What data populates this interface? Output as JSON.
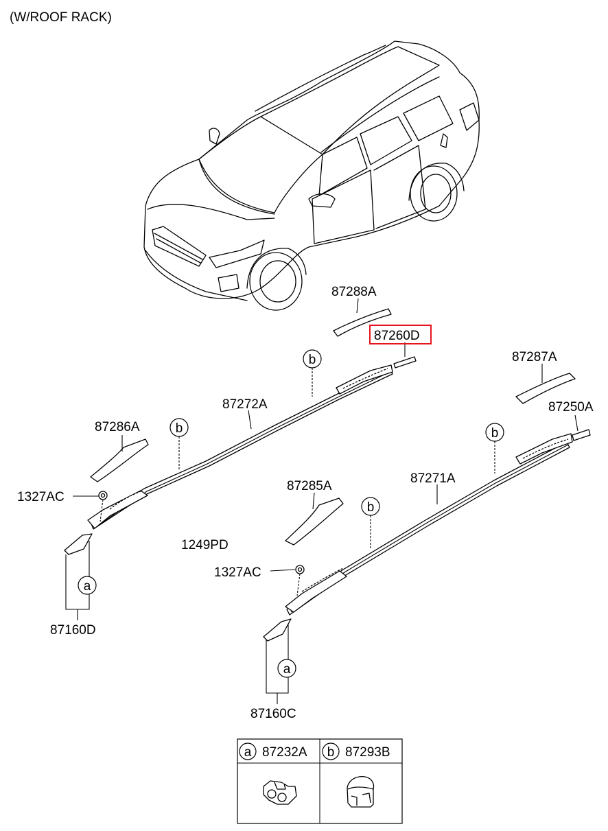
{
  "heading": "(W/ROOF RACK)",
  "parts": {
    "p87288A": "87288A",
    "p87260D": "87260D",
    "p87287A": "87287A",
    "p87250A": "87250A",
    "p87272A": "87272A",
    "p87286A": "87286A",
    "p1327AC_top": "1327AC",
    "p1249PD": "1249PD",
    "p87285A": "87285A",
    "p87271A": "87271A",
    "p1327AC_bottom": "1327AC",
    "p87160D": "87160D",
    "p87160C": "87160C"
  },
  "highlighted_part": "87260D",
  "callouts": {
    "a": "a",
    "b": "b"
  },
  "legend": {
    "a": {
      "letter": "a",
      "part": "87232A"
    },
    "b": {
      "letter": "b",
      "part": "87293B"
    }
  },
  "colors": {
    "highlight": "#e8141c",
    "line": "#000000",
    "background": "#ffffff"
  }
}
